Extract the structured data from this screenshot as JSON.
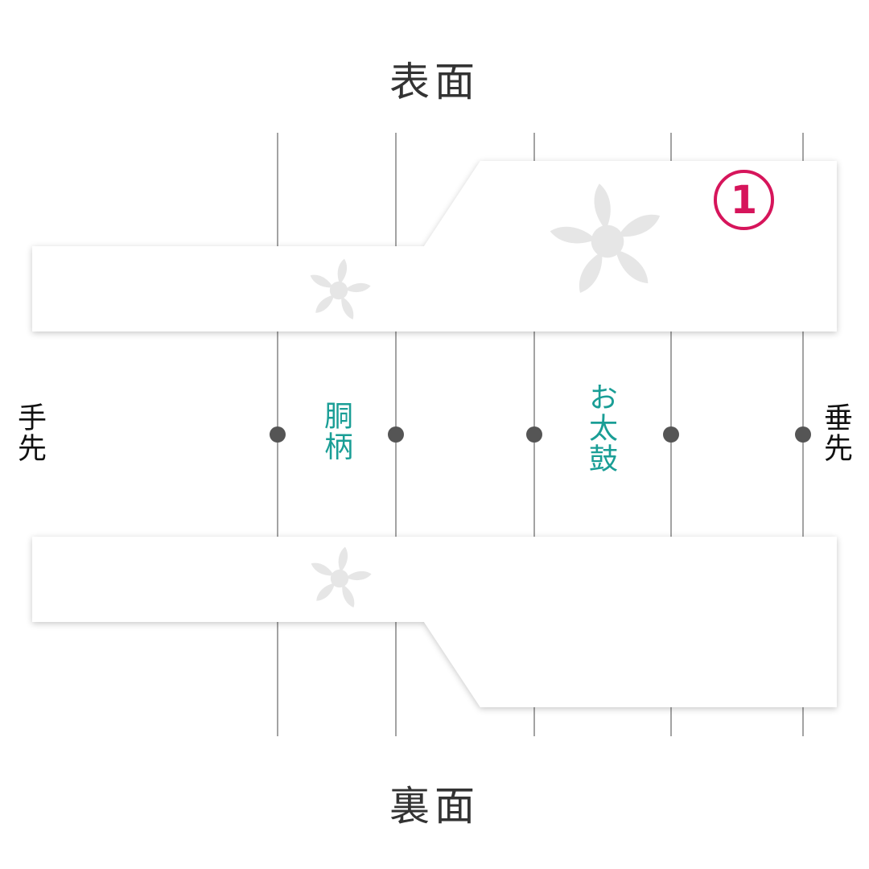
{
  "labels": {
    "front": "表面",
    "back": "裏面",
    "tesaki": "手先",
    "taresaki": "垂先",
    "dougara": "胴柄",
    "otaiko": "お太鼓",
    "badge": "1"
  },
  "colors": {
    "text": "#333333",
    "accent": "#1a9e96",
    "badge": "#d6155b",
    "divider": "#666666",
    "marker": "#555555",
    "flower": "#e6e6e6",
    "band": "#ffffff"
  },
  "icons": {
    "flower": "sakura-flower-icon",
    "marker": "circle-dot-icon"
  },
  "section_dividers": 5
}
